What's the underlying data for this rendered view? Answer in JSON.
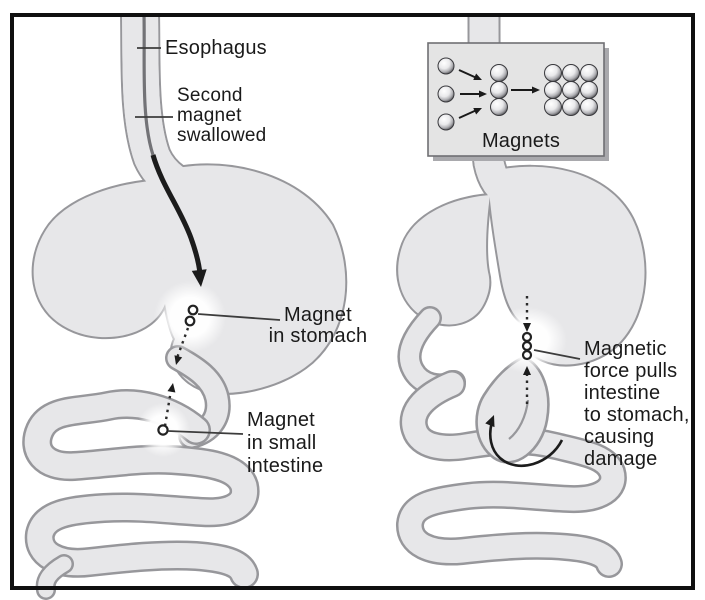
{
  "figure": {
    "left_panel": {
      "esophagus_label": "Esophagus",
      "second_magnet_label": "Second\nmagnet\nswallowed",
      "magnet_stomach_label": "Magnet\nin stomach",
      "magnet_intestine_label": "Magnet\nin small\nintestine",
      "magnet_in_stomach_count": 2,
      "magnet_in_intestine_count": 1
    },
    "right_panel": {
      "inset_title": "Magnets",
      "inset_single_magnets": 3,
      "inset_stack_magnets": 3,
      "inset_cluster_rows": 3,
      "inset_cluster_cols": 3,
      "magnets_at_pinch_count": 3,
      "force_label": "Magnetic\nforce pulls\nintestine\nto stomach,\ncausing\ndamage"
    },
    "colors": {
      "organ_fill": "#e7e7e9",
      "organ_outline": "#97979b",
      "ink": "#1a1a1a",
      "frame": "#101010",
      "inset_fill": "#e4e4e4",
      "inset_shadow": "#a9a9ad"
    }
  }
}
